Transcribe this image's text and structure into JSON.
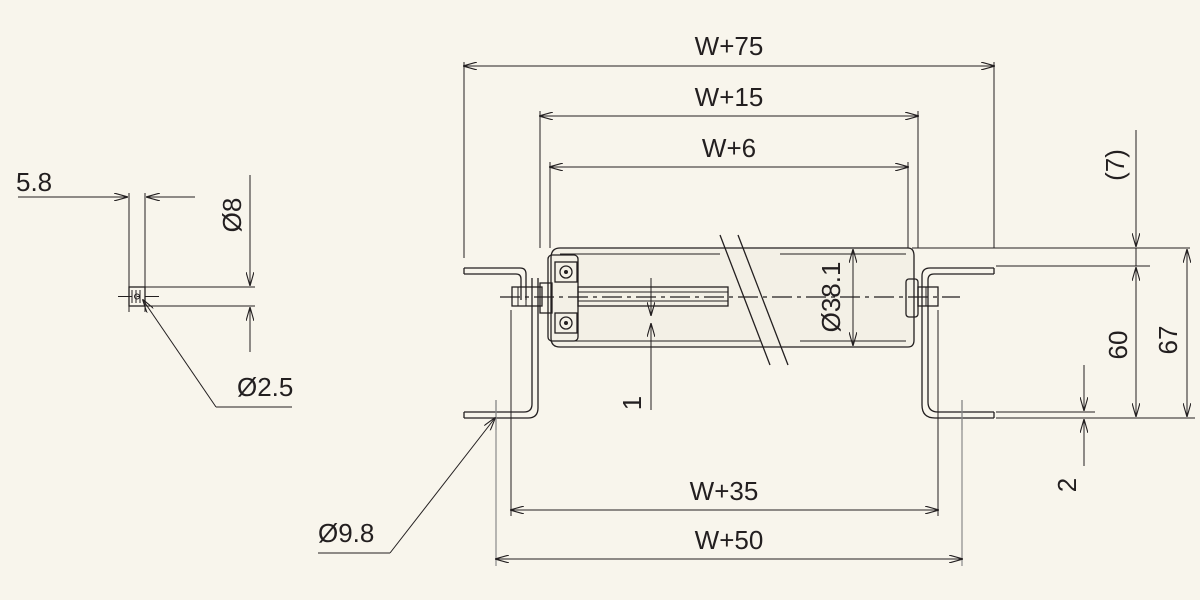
{
  "drawing": {
    "dimensions": {
      "w75": "W+75",
      "w15": "W+15",
      "w6": "W+6",
      "w35": "W+35",
      "w50": "W+50",
      "d38_1": "Ø38.1",
      "dim60": "60",
      "dim67": "67",
      "dim7": "(7)",
      "dim2": "2",
      "dim1": "1",
      "d9_8": "Ø9.8"
    },
    "detail": {
      "dim5_8": "5.8",
      "d8": "Ø8",
      "d2_5": "Ø2.5"
    }
  }
}
